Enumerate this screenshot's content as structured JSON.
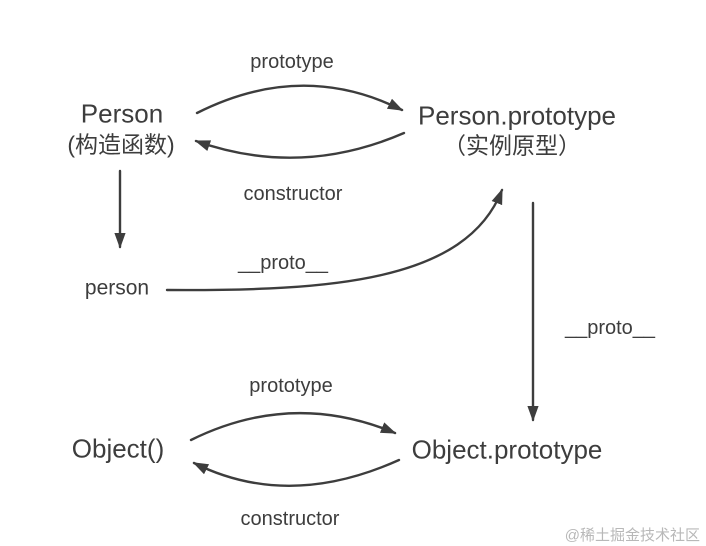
{
  "diagram": {
    "nodes": {
      "person_constructor": {
        "title": "Person",
        "subtitle": "(构造函数)"
      },
      "person_prototype": {
        "title": "Person.prototype",
        "subtitle": "（实例原型）"
      },
      "person_instance": {
        "label": "person"
      },
      "object_constructor": {
        "label": "Object()"
      },
      "object_prototype": {
        "label": "Object.prototype"
      }
    },
    "edge_labels": {
      "person_prototype_edge": "prototype",
      "person_constructor_edge": "constructor",
      "instance_proto_edge": "__proto__",
      "prototype_chain_proto_edge": "__proto__",
      "object_prototype_edge": "prototype",
      "object_constructor_edge": "constructor"
    },
    "colors": {
      "line": "#3d3d3d",
      "text": "#3d3d3d",
      "watermark": "#b8b8b8",
      "background": "#ffffff"
    }
  },
  "watermark": {
    "label": "@稀土掘金技术社区"
  }
}
